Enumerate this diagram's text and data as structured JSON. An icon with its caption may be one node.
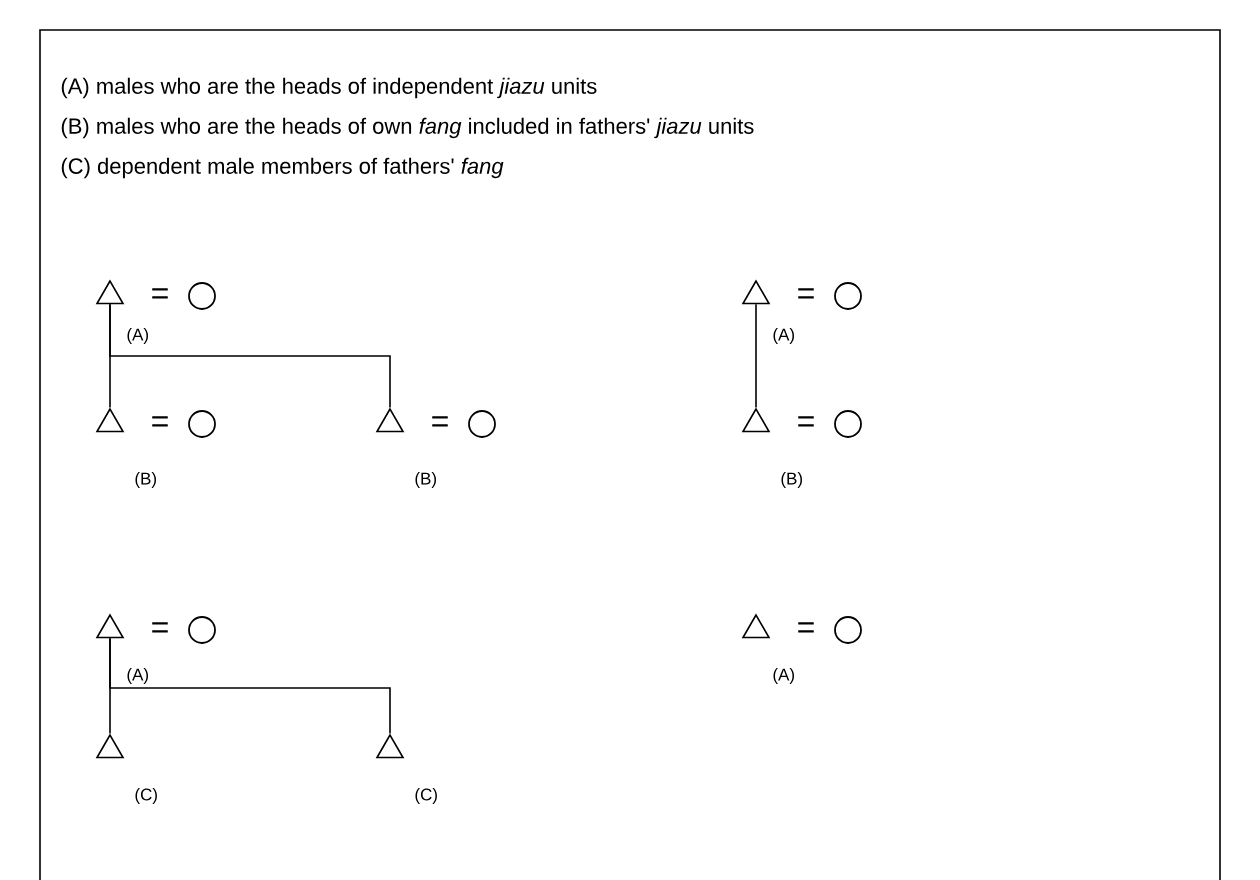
{
  "diagram": {
    "nodes": [
      {
        "text": [],
        "shape": "triangle",
        "beside": [
          "(A)"
        ]
      },
      {
        "text": [],
        "shape": "circle"
      },
      {
        "text": [],
        "shape": "triangle",
        "beside": [
          "(B)"
        ]
      },
      {
        "text": [],
        "shape": "circle"
      },
      {
        "text": [],
        "shape": "triangle",
        "beside": [
          "(B)"
        ]
      },
      {
        "text": [],
        "shape": "circle"
      },
      {
        "text": [],
        "shape": "triangle",
        "beside": [
          "(A)"
        ]
      },
      {
        "text": [],
        "shape": "circle"
      },
      {
        "text": [],
        "shape": "triangle",
        "beside": [
          "(B)"
        ]
      },
      {
        "text": [],
        "shape": "circle"
      },
      {
        "text": [],
        "shape": "triangle",
        "beside": [
          "(A)"
        ]
      },
      {
        "text": [],
        "shape": "circle"
      },
      {
        "text": [],
        "shape": "triangle",
        "beside": [
          "(C)"
        ]
      },
      {
        "text": [],
        "shape": "triangle",
        "beside": [
          "(C)"
        ]
      },
      {
        "text": [],
        "shape": "triangle",
        "beside": [
          "(A)"
        ]
      },
      {
        "text": [],
        "shape": "circle"
      }
    ],
    "edges": [
      {
        "from": 0,
        "to": 2,
        "arrow": "none"
      },
      {
        "from": 0,
        "to": 4,
        "arrow": "none"
      },
      {
        "from": 6,
        "to": 8,
        "arrow": "none"
      },
      {
        "from": 10,
        "to": 12,
        "arrow": "none"
      },
      {
        "from": 10,
        "to": 13,
        "arrow": "none"
      }
    ],
    "labels": [
      "(A) males who are the heads of independent *jiazu* units",
      "(B) males who are the heads of own *fang* included in fathers' *jiazu* units",
      "(C) dependent male members of fathers' *fang*",
      "=",
      "=",
      "=",
      "=",
      "=",
      "=",
      "="
    ]
  }
}
